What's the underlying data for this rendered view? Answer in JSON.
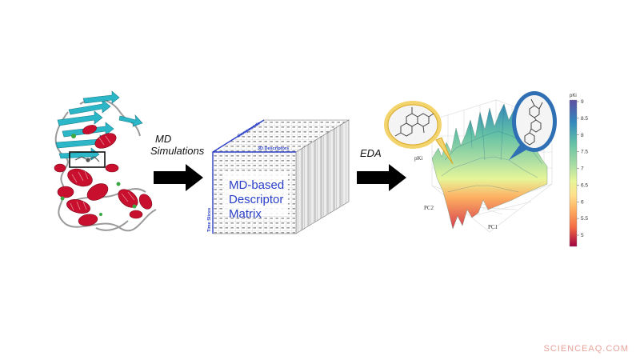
{
  "steps": {
    "md_line1": "MD",
    "md_line2": "Simulations",
    "eda": "EDA"
  },
  "matrix": {
    "line1": "MD-based",
    "line2": "Descriptor",
    "line3": "Matrix",
    "axis_compounds": "Compounds",
    "axis_descriptors": "3D Descriptors",
    "axis_time": "Time Slices"
  },
  "surface": {
    "axis_pc1": "PC1",
    "axis_pc2": "PC2",
    "axis_z": "pKi",
    "colorbar_title": "pKi",
    "colorbar_ticks": [
      "9",
      "8.5",
      "8",
      "7.5",
      "7",
      "6.5",
      "6",
      "5.5",
      "5"
    ]
  },
  "watermark": "SCIENCEAQ.COM",
  "colors": {
    "helix": "#c8102e",
    "sheet": "#2bb7c8",
    "matrix_text": "#2a3fc7",
    "arrow": "#000000",
    "bubble_left": "#f3d36b",
    "bubble_right": "#2f6fb3"
  }
}
